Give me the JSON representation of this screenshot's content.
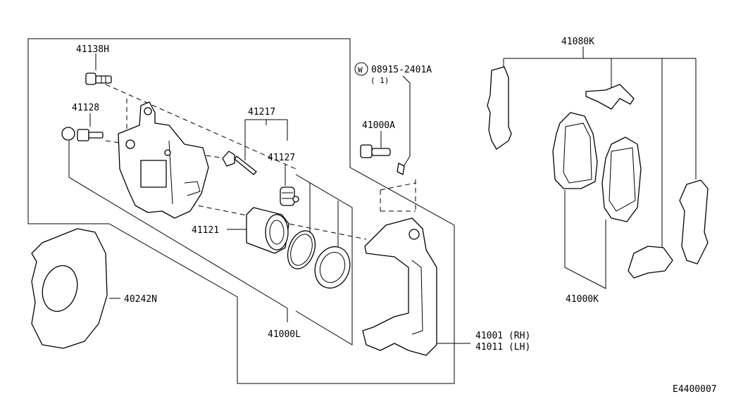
{
  "diagram_id": "E4400007",
  "callouts": {
    "bolt_top": "41138H",
    "bleeder": "41128",
    "pin": "41217",
    "pin_boot": "41127",
    "piston": "41121",
    "caliper_assy": "41000L",
    "dust_shield": "40242N",
    "torque_member": "41001 (RH)",
    "torque_member_lh": "41011 (LH)",
    "bolt_member": "41000A",
    "washer_part": "08915-2401A",
    "washer_qty": "( 1)",
    "washer_symbol": "W",
    "pad_kit": "41080K",
    "pad_set": "41000K"
  }
}
